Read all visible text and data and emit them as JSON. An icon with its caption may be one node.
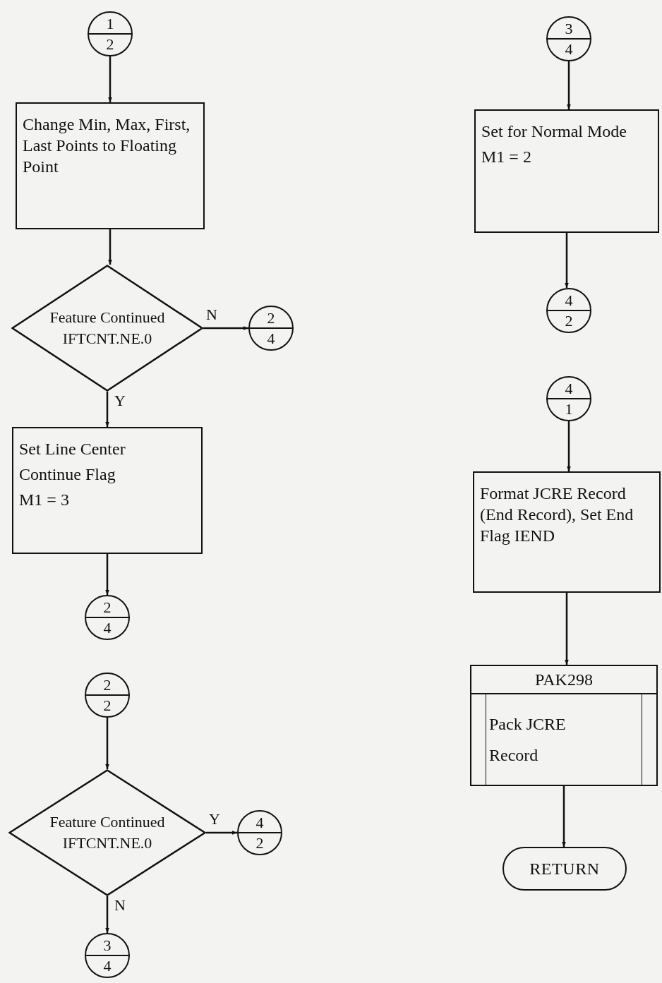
{
  "diagram": {
    "nodes": [
      {
        "text": [
          "1",
          "2"
        ]
      },
      {
        "text": [
          "Change Min, Max, First, Last Points to Floating Point"
        ]
      },
      {
        "text": [
          "Feature Continued IFTCNT.NE.0"
        ]
      },
      {
        "text": [
          "2",
          "4"
        ]
      },
      {
        "text": [
          "Set Line Center",
          "Continue Flag",
          "M1 = 3"
        ]
      },
      {
        "text": [
          "2",
          "4"
        ]
      },
      {
        "text": [
          "2",
          "2"
        ]
      },
      {
        "text": [
          "Feature Continued IFTCNT.NE.0"
        ]
      },
      {
        "text": [
          "4",
          "2"
        ]
      },
      {
        "text": [
          "3",
          "4"
        ]
      },
      {
        "text": [
          "3",
          "4"
        ]
      },
      {
        "text": [
          "Set for Normal Mode",
          "M1 = 2"
        ]
      },
      {
        "text": [
          "4",
          "2"
        ]
      },
      {
        "text": [
          "4",
          "1"
        ]
      },
      {
        "text": [
          "Format JCRE Record (End Record), Set End Flag IEND"
        ]
      },
      {
        "text": [
          "PAK298",
          "Pack JCRE Record"
        ]
      },
      {
        "text": [
          "RETURN"
        ]
      }
    ],
    "edges": [
      {
        "from": 0,
        "to": 1,
        "arrow": "to"
      },
      {
        "from": 1,
        "to": 2,
        "arrow": "to"
      },
      {
        "from": 2,
        "to": 3,
        "arrow": "to",
        "label": "N"
      },
      {
        "from": 2,
        "to": 4,
        "arrow": "to",
        "label": "Y"
      },
      {
        "from": 4,
        "to": 5,
        "arrow": "to"
      },
      {
        "from": 6,
        "to": 7,
        "arrow": "to"
      },
      {
        "from": 7,
        "to": 8,
        "arrow": "to",
        "label": "Y"
      },
      {
        "from": 7,
        "to": 9,
        "arrow": "to",
        "label": "N"
      },
      {
        "from": 10,
        "to": 11,
        "arrow": "to"
      },
      {
        "from": 11,
        "to": 12,
        "arrow": "to"
      },
      {
        "from": 13,
        "to": 14,
        "arrow": "to"
      },
      {
        "from": 14,
        "to": 15,
        "arrow": "to"
      },
      {
        "from": 15,
        "to": 16,
        "arrow": "to"
      }
    ]
  }
}
